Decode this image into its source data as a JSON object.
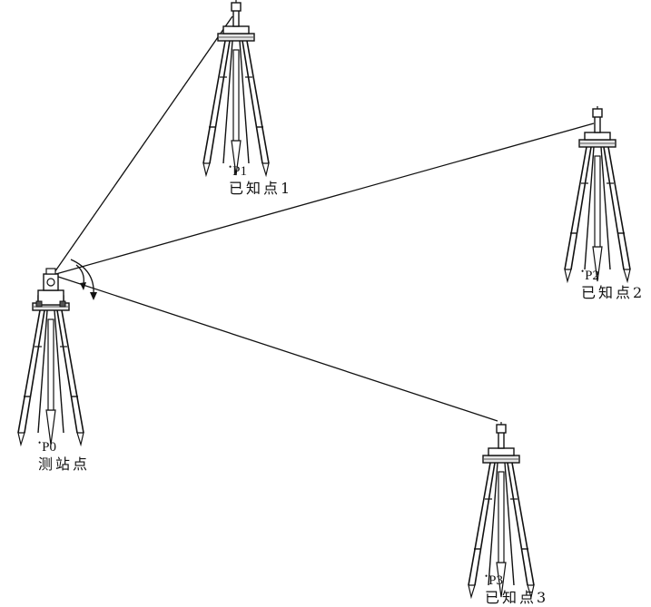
{
  "stations": [
    {
      "key": "p0",
      "id": "P0",
      "desc": "测站点"
    },
    {
      "key": "p1",
      "id": "P1",
      "desc": "已知点1"
    },
    {
      "key": "p2",
      "id": "P2",
      "desc": "已知点2"
    },
    {
      "key": "p3",
      "id": "P3",
      "desc": "已知点3"
    }
  ],
  "colors": {
    "line": "#111111",
    "metal_light": "#e6e6e6",
    "metal_dark": "#555555"
  }
}
